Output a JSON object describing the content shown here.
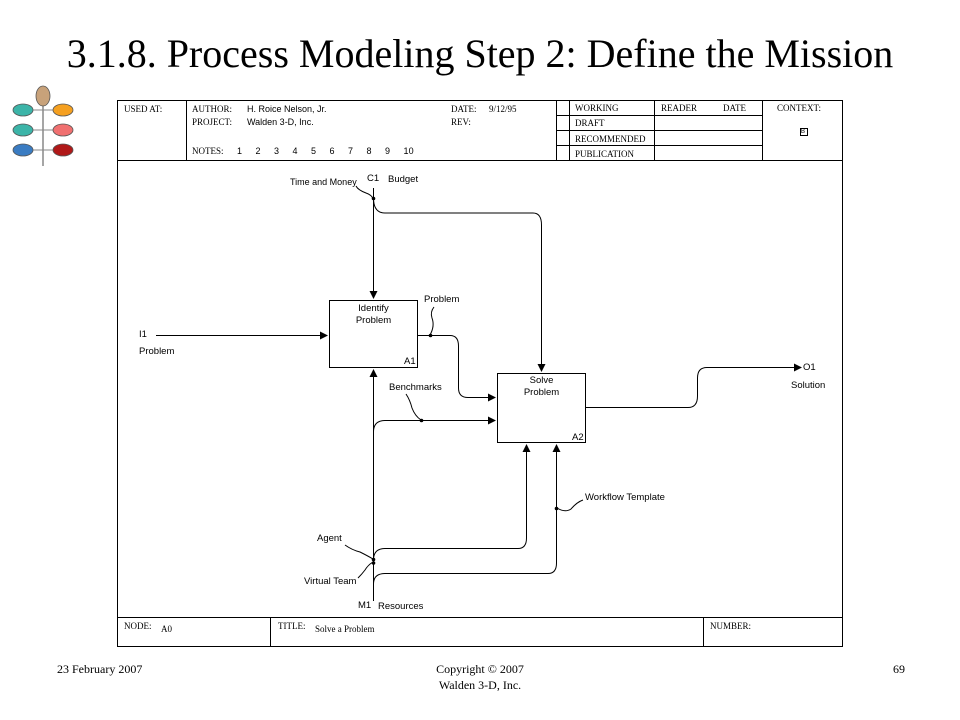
{
  "slide": {
    "title": "3.1.8. Process Modeling Step 2: Define the Mission",
    "footer_date": "23 February 2007",
    "footer_copyright": "Copyright © 2007",
    "footer_company": "Walden 3-D, Inc.",
    "page_number": "69"
  },
  "logo": {
    "colors": [
      "#c8a27a",
      "#3cb4a8",
      "#3a7cc2",
      "#f5a020",
      "#f07070",
      "#b01818"
    ]
  },
  "form_header": {
    "used_at_label": "USED AT:",
    "author_label": "AUTHOR:",
    "author": "H. Roice Nelson, Jr.",
    "project_label": "PROJECT:",
    "project": "Walden 3-D, Inc.",
    "notes_label": "NOTES:",
    "notes_numbers": "1   2   3   4   5   6   7   8   9   10",
    "date_label": "DATE:",
    "date": "9/12/95",
    "rev_label": "REV:",
    "status_working": "WORKING",
    "status_draft": "DRAFT",
    "status_recommended": "RECOMMENDED",
    "status_publication": "PUBLICATION",
    "reader_label": "READER",
    "reader_date_label": "DATE",
    "context_label": "CONTEXT:",
    "context_marker": "B"
  },
  "form_footer": {
    "node_label": "NODE:",
    "node": "A0",
    "title_label": "TITLE:",
    "title": "Solve a Problem",
    "number_label": "NUMBER:"
  },
  "diagram": {
    "boxes": [
      {
        "id": "A1",
        "label_line1": "Identify",
        "label_line2": "Problem",
        "number": "A1"
      },
      {
        "id": "A2",
        "label_line1": "Solve",
        "label_line2": "Problem",
        "number": "A2"
      }
    ],
    "arrows": {
      "control_tunnel": "Time and Money",
      "control_code": "C1",
      "control_label": "Budget",
      "input_code": "I1",
      "input_label": "Problem",
      "a1_output_label": "Problem",
      "benchmarks_label": "Benchmarks",
      "output_code": "O1",
      "output_label": "Solution",
      "workflow_label": "Workflow Template",
      "agent_label": "Agent",
      "virtual_team_label": "Virtual Team",
      "mechanism_code": "M1",
      "mechanism_label": "Resources"
    }
  }
}
